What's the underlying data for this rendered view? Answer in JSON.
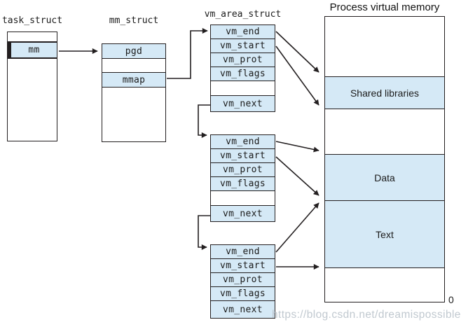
{
  "task_struct": {
    "title": "task_struct",
    "mm_field": "mm"
  },
  "mm_struct": {
    "title": "mm_struct",
    "pgd_field": "pgd",
    "mmap_field": "mmap"
  },
  "vm_area": {
    "title": "vm_area_struct",
    "structs": [
      {
        "fields": [
          "vm_end",
          "vm_start",
          "vm_prot",
          "vm_flags",
          "vm_next"
        ]
      },
      {
        "fields": [
          "vm_end",
          "vm_start",
          "vm_prot",
          "vm_flags",
          "vm_next"
        ]
      },
      {
        "fields": [
          "vm_end",
          "vm_start",
          "vm_prot",
          "vm_flags",
          "vm_next"
        ]
      }
    ]
  },
  "memory": {
    "title": "Process virtual memory",
    "regions": [
      "Shared libraries",
      "Data",
      "Text"
    ],
    "origin_label": "0"
  },
  "watermark": "https://blog.csdn.net/dreamispossible",
  "colors": {
    "fill": "#d5e9f6",
    "line": "#231f20",
    "watermark": "#bac3cb"
  }
}
